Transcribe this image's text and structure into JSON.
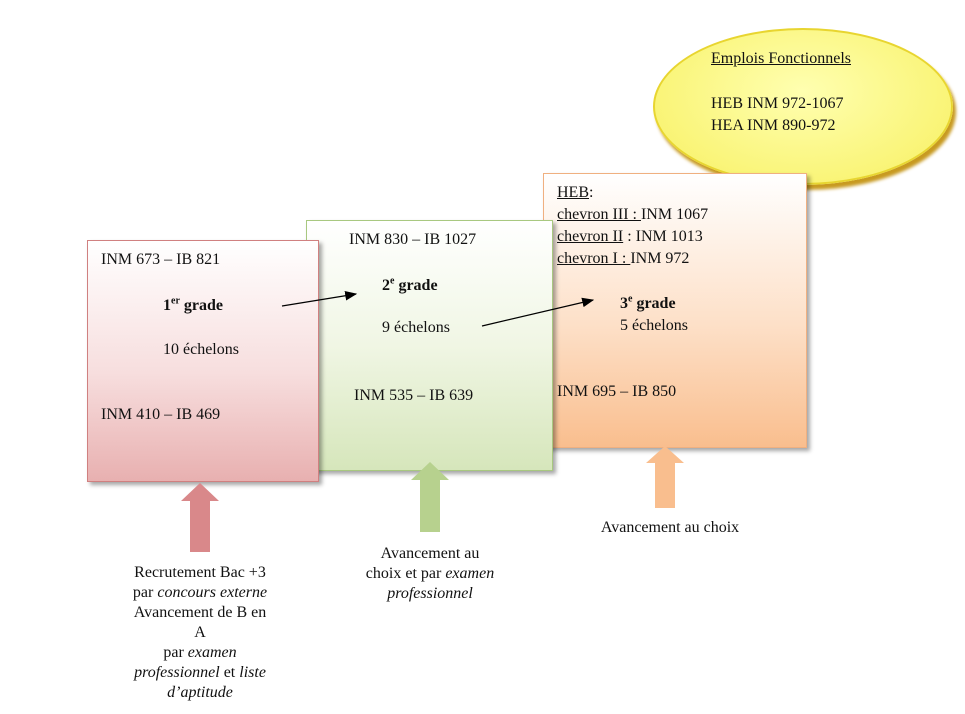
{
  "ellipse": {
    "title": "Emplois Fonctionnels",
    "line1": "HEB INM 972-1067",
    "line2": "HEA INM 890-972"
  },
  "grade1": {
    "top": "INM 673 – IB 821",
    "num": "1",
    "sup": "er",
    "grade": " grade",
    "echelons": "10 échelons",
    "bottom": "INM 410 – IB 469"
  },
  "grade2": {
    "top": "INM 830 – IB 1027",
    "num": "2",
    "sup": "e",
    "grade": " grade",
    "echelons": "9 échelons",
    "bottom": "INM 535 – IB 639"
  },
  "grade3": {
    "heb": "HEB",
    "heb_colon": ":",
    "c3a": "chevron III : ",
    "c3b": "INM 1067",
    "c2a": "chevron II",
    "c2b": " : INM 1013",
    "c1a": "chevron I : ",
    "c1b": "INM 972",
    "num": "3",
    "sup": "e",
    "grade": " grade",
    "echelons": "5 échelons",
    "bottom": "INM 695 – IB 850"
  },
  "captions": {
    "c1": {
      "l1": "Recrutement Bac +3",
      "l2a": "par ",
      "l2b": "concours externe",
      "l3": "Avancement de B en",
      "l4": "A",
      "l5a": "par ",
      "l5b": "examen",
      "l6a": "professionnel",
      "l6b": " et ",
      "l6c": "liste",
      "l7": "d’aptitude"
    },
    "c2": {
      "l1": "Avancement au",
      "l2a": "choix et par ",
      "l2b": "examen",
      "l3": "professionnel"
    },
    "c3": {
      "l1": "Avancement au choix"
    }
  },
  "colors": {
    "pink": "#d9888a",
    "green": "#b7d18e",
    "orange": "#f9be8e",
    "yellow": "#ffff80"
  }
}
